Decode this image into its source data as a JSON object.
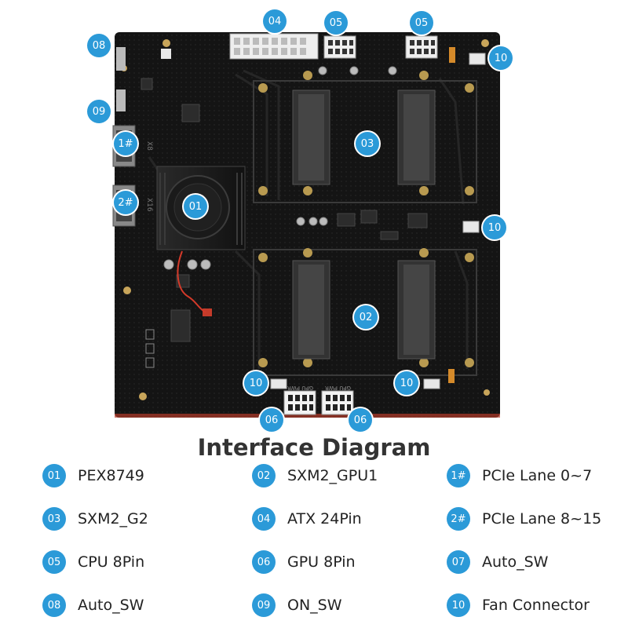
{
  "title": "Interface Diagram",
  "board_callouts": [
    {
      "id": "board-badge-04",
      "text": "04"
    },
    {
      "id": "board-badge-05a",
      "text": "05"
    },
    {
      "id": "board-badge-05b",
      "text": "05"
    },
    {
      "id": "board-badge-08",
      "text": "08"
    },
    {
      "id": "board-badge-09",
      "text": "09"
    },
    {
      "id": "board-badge-10a",
      "text": "10"
    },
    {
      "id": "board-badge-1hash",
      "text": "1#"
    },
    {
      "id": "board-badge-2hash",
      "text": "2#"
    },
    {
      "id": "board-badge-01",
      "text": "01"
    },
    {
      "id": "board-badge-03",
      "text": "03"
    },
    {
      "id": "board-badge-10b",
      "text": "10"
    },
    {
      "id": "board-badge-02",
      "text": "02"
    },
    {
      "id": "board-badge-10c",
      "text": "10"
    },
    {
      "id": "board-badge-10d",
      "text": "10"
    },
    {
      "id": "board-badge-06a",
      "text": "06"
    },
    {
      "id": "board-badge-06b",
      "text": "06"
    }
  ],
  "silkscreen": {
    "x8": "X8",
    "x16": "X16",
    "gpu_pwr_1": "GPU PWR",
    "gpu_pwr_2": "GPU PWR"
  },
  "legend": [
    {
      "num": "01",
      "label": "PEX8749"
    },
    {
      "num": "02",
      "label": "SXM2_GPU1"
    },
    {
      "num": "1#",
      "label": "PCIe Lane 0~7"
    },
    {
      "num": "03",
      "label": "SXM2_G2"
    },
    {
      "num": "04",
      "label": "ATX 24Pin"
    },
    {
      "num": "2#",
      "label": "PCIe Lane 8~15"
    },
    {
      "num": "05",
      "label": "CPU 8Pin"
    },
    {
      "num": "06",
      "label": "GPU 8Pin"
    },
    {
      "num": "07",
      "label": "Auto_SW"
    },
    {
      "num": "08",
      "label": "Auto_SW"
    },
    {
      "num": "09",
      "label": "ON_SW"
    },
    {
      "num": "10",
      "label": "Fan Connector"
    }
  ],
  "colors": {
    "badge": "#2b9ad8",
    "board": "#141414",
    "title": "#333333"
  }
}
